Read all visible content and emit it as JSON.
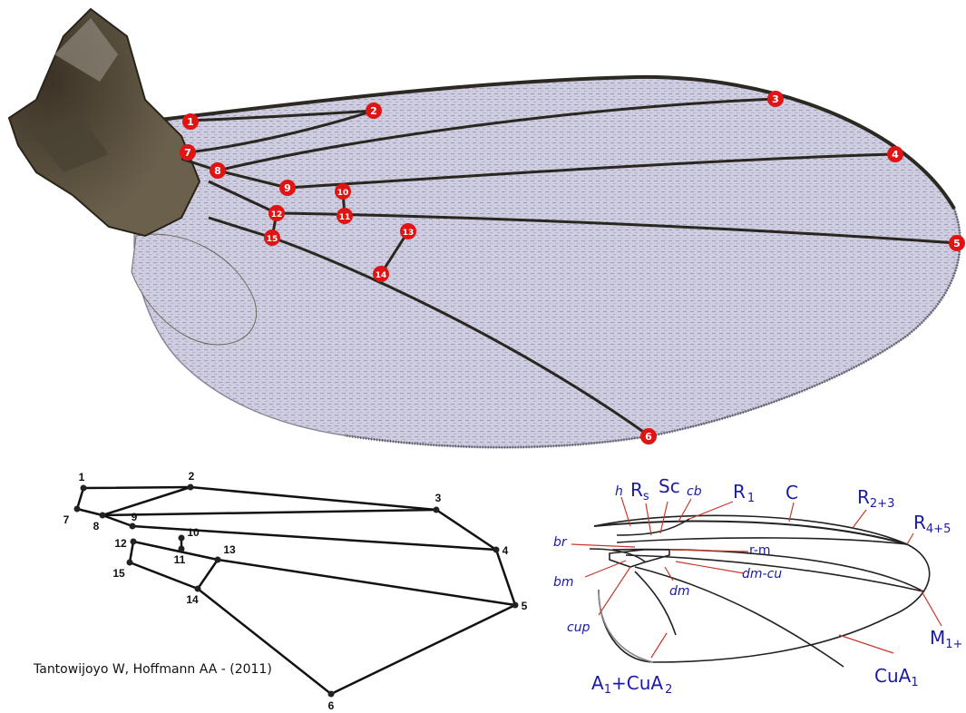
{
  "landmarks": [
    "1",
    "2",
    "3",
    "4",
    "5",
    "6",
    "7",
    "8",
    "9",
    "10",
    "11",
    "12",
    "13",
    "14",
    "15"
  ],
  "credit": "Tantowijoyo W, Hoffmann AA - (2011)",
  "vein_labels": {
    "h": "h",
    "rs": "R",
    "rs_sub": "s",
    "sc": "Sc",
    "cb": "cb",
    "r1": "R",
    "r1_sub": "1",
    "c": "C",
    "r23": "R",
    "r23_sub": "2+3",
    "r45": "R",
    "r45_sub": "4+5",
    "br": "br",
    "rm": "r-m",
    "bm": "bm",
    "dm": "dm",
    "dmcu": "dm-cu",
    "cup": "cup",
    "m1": "M",
    "m1_sub": "1+",
    "a1": "A",
    "a1_sub": "1",
    "a1_mid": "+CuA",
    "a1_sub2": "2",
    "cua1": "CuA",
    "cua1_sub": "1"
  },
  "colors": {
    "landmark_fill": "#e11414",
    "wing_membrane": "#c9c6d8",
    "vein_dark": "#2a2620",
    "label_blue": "#1a1aa6",
    "pointer_red": "#c43a2a"
  }
}
